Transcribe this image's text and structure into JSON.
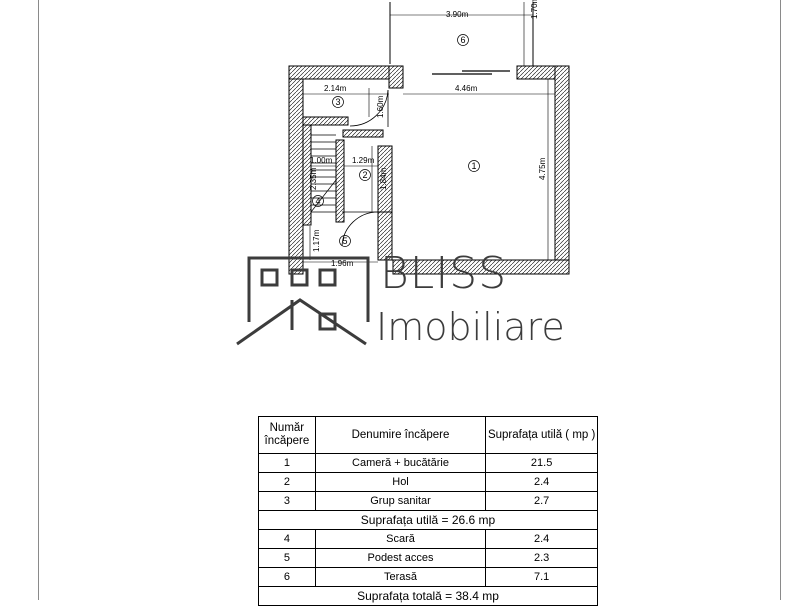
{
  "dimensions": {
    "terrace_width": "3.90m",
    "terrace_depth": "1.70m",
    "bathroom_width": "2.14m",
    "bathroom_depth": "1.60m",
    "main_room_width": "4.46m",
    "main_room_depth": "4.75m",
    "stair_width": "1.00m",
    "hall_width": "1.29m",
    "hall_depth": "1.84m",
    "stair_length": "2.35m",
    "landing_depth": "1.17m",
    "landing_width": "1.96m"
  },
  "rooms": {
    "r1": "1",
    "r2": "2",
    "r3": "3",
    "r4": "4",
    "r5": "5",
    "r6": "6"
  },
  "brand": {
    "name": "BLISS",
    "subtitle": "Imobiliare"
  },
  "table": {
    "headers": {
      "number": "Număr încăpere",
      "name": "Denumire încăpere",
      "area": "Suprafața utilă ( mp )"
    },
    "group1": [
      {
        "number": "1",
        "name": "Cameră + bucătărie",
        "area": "21.5"
      },
      {
        "number": "2",
        "name": "Hol",
        "area": "2.4"
      },
      {
        "number": "3",
        "name": "Grup sanitar",
        "area": "2.7"
      }
    ],
    "useful_total": "Suprafața utilă = 26.6 mp",
    "group2": [
      {
        "number": "4",
        "name": "Scară",
        "area": "2.4"
      },
      {
        "number": "5",
        "name": "Podest acces",
        "area": "2.3"
      },
      {
        "number": "6",
        "name": "Terasă",
        "area": "7.1"
      }
    ],
    "grand_total": "Suprafața totală = 38.4 mp"
  }
}
